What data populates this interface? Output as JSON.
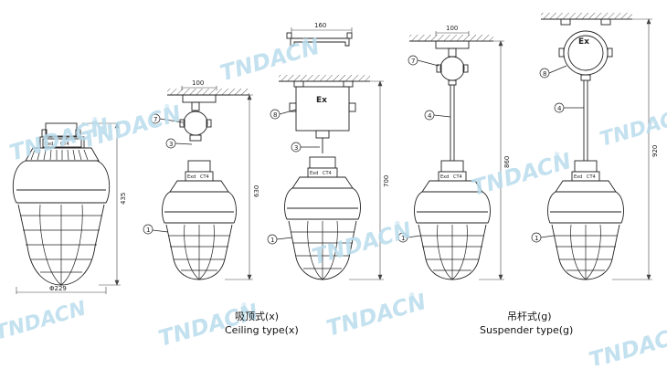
{
  "watermark": {
    "text": "TNDACN",
    "registered": "®",
    "color": "#b9dcec"
  },
  "labels": {
    "dim_100": "100",
    "dim_160": "160",
    "dim_435": "435",
    "dim_630": "630",
    "dim_700": "700",
    "dim_860": "860",
    "dim_920": "920",
    "dim_229": "Φ229",
    "exd": "Exd",
    "ct4": "CT4",
    "ex": "Ex"
  },
  "callouts": [
    "1",
    "3",
    "4",
    "7",
    "8"
  ],
  "captions": {
    "ceiling_cn": "吸顶式(x)",
    "ceiling_en": "Ceiling type(x)",
    "suspender_cn": "吊杆式(g)",
    "suspender_en": "Suspender type(g)"
  }
}
